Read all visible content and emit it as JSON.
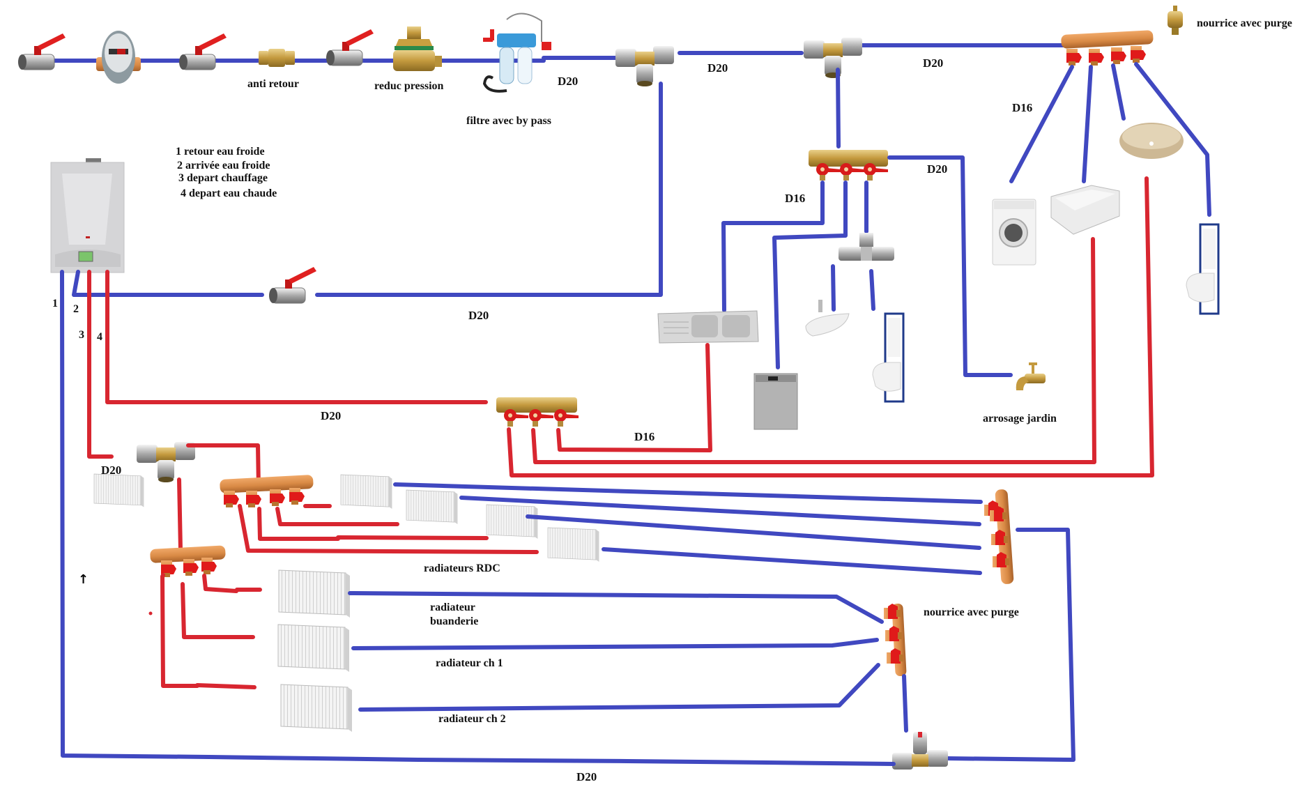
{
  "colors": {
    "cold_pipe": "#4048C0",
    "hot_pipe": "#D82630",
    "manifold_copper": "#D98A45",
    "manifold_brass": "#C9A86A",
    "valve_handle": "#E02020",
    "background": "#FFFFFF"
  },
  "supply_line": {
    "labels": {
      "anti_retour": "anti retour",
      "reduc_pression": "reduc pression",
      "filtre": "filtre avec by pass",
      "pipe_d20_a": "D20",
      "pipe_d20_b": "D20",
      "pipe_d20_c": "D20"
    },
    "components": [
      "ball-valve",
      "water-meter",
      "ball-valve",
      "check-valve",
      "ball-valve",
      "pressure-reducer",
      "filter-with-bypass"
    ]
  },
  "boiler": {
    "legend": [
      "1 retour eau froide",
      "2 arrivée eau froide",
      "3 depart chauffage",
      "4 depart eau chaude"
    ],
    "port_numbers": [
      "1",
      "2",
      "3",
      "4"
    ]
  },
  "cold_network": {
    "labels": {
      "boiler_feed": "D20",
      "manifold_top_right": "nourrice avec purge",
      "d16_upper": "D16",
      "d20_mid_manifold": "D20",
      "d16_mid_manifold": "D16",
      "garden_tap": "arrosage jardin"
    },
    "fixtures": [
      "washing-machine",
      "shower-tray",
      "vessel-basin",
      "wall-hung-toilet",
      "kitchen-sink",
      "dishwasher",
      "corner-basin",
      "wall-hung-toilet",
      "garden-tap"
    ]
  },
  "hot_network": {
    "labels": {
      "hot_feed": "D20",
      "hot_manifold_branch": "D16"
    }
  },
  "heating": {
    "labels": {
      "feed": "D20",
      "rdc": "radiateurs RDC",
      "buanderie_1": "radiateur",
      "buanderie_2": "buanderie",
      "ch1": "radiateur ch 1",
      "ch2": "radiateur ch 2",
      "return_manifold": "nourrice avec purge",
      "return_line": "D20"
    },
    "arrow_glyph": "↑"
  }
}
